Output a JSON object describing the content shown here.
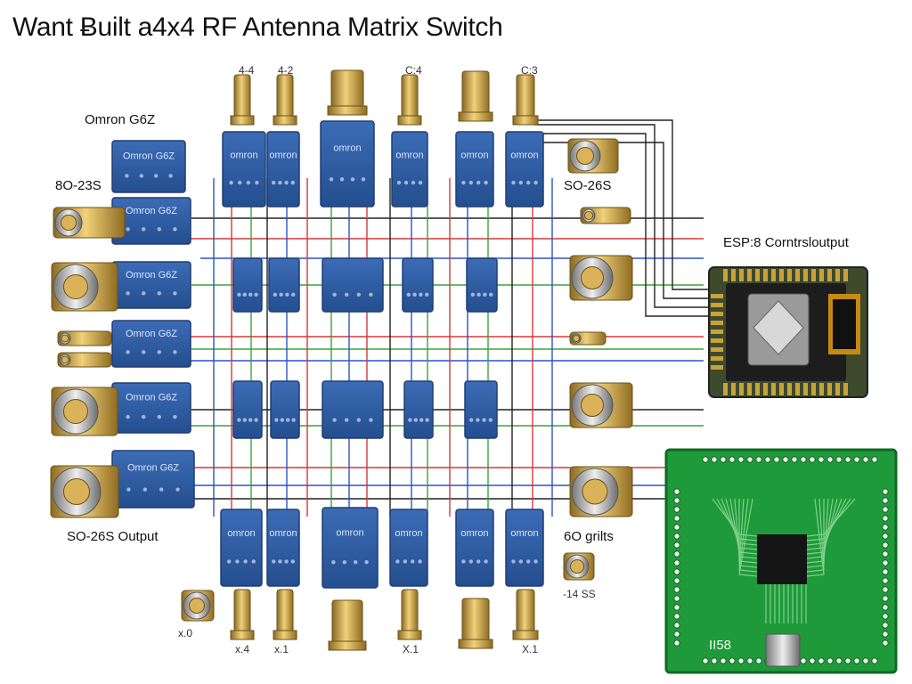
{
  "title": "Want Ƀuilt a4x4 RF Antenna Matrix Switch",
  "labels": {
    "omron_top": "Omron G6Z",
    "so23_left": "8O-23S",
    "so26_right": "SO-26S",
    "esp_label": "ESP:8 Corntrsloutput",
    "so26_output": "SO-26S Output",
    "go_right": "6O grilts",
    "top_tags": [
      "4-4",
      "4-2",
      "C:4",
      "C:3"
    ],
    "bottom_tags": [
      "x.0",
      "x.4",
      "x.1",
      "X.1",
      "X.1",
      "-14 SS"
    ],
    "chip_mark": "ІІ58"
  },
  "relay_text": {
    "top": "omron",
    "left": "Omron G6Z"
  },
  "colors": {
    "relay_blue": "#2f5c9e",
    "relay_dark": "#1f3f74",
    "brass": "#c9a24a",
    "pcb_green": "#1f9a3a",
    "esp_board": "#3a3a2a",
    "wire_red": "#d23a3a",
    "wire_blue": "#2a54c8",
    "wire_green": "#3aa43a",
    "wire_black": "#222222"
  },
  "icons": [
    "sma-connector-icon",
    "relay-icon",
    "esp-module-icon",
    "pcb-icon",
    "chip-icon",
    "usb-port-icon"
  ]
}
